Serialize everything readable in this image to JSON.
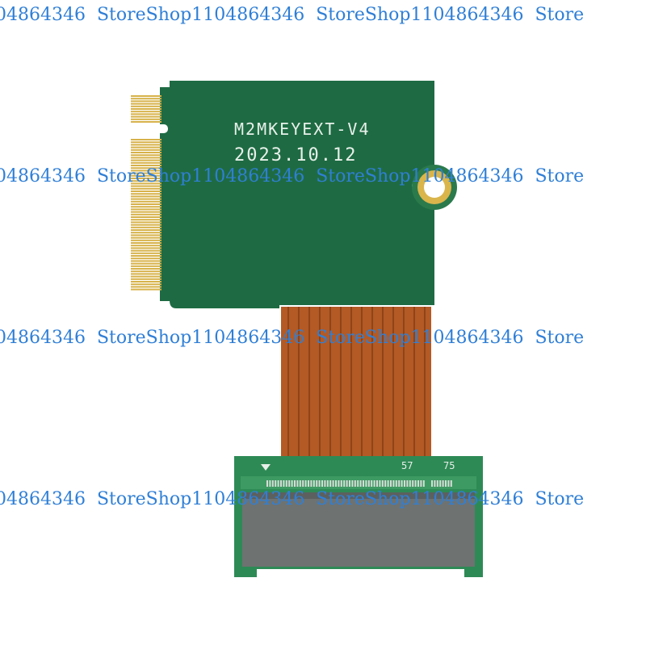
{
  "board": {
    "model": "M2MKEYEXT-V4",
    "date": "2023.10.12"
  },
  "connector": {
    "pin_label_a": "57",
    "pin_label_b": "75"
  },
  "watermark": {
    "rows": [
      [
        "04864346",
        "StoreShop1104864346",
        "StoreShop1104864346",
        "Store"
      ],
      [
        "04864346",
        "StoreShop1104864346",
        "StoreShop1104864346",
        "Store"
      ],
      [
        "04864346",
        "StoreShop1104864346",
        "StoreShop1104864346",
        "Store"
      ],
      [
        "04864346",
        "StoreShop1104864346",
        "StoreShop1104864346",
        "Store"
      ]
    ]
  },
  "colors": {
    "pcb_green": "#1e6b43",
    "pcb_light_green": "#2f8a55",
    "gold": "#d7b24a",
    "flex_cable": "#b8602a",
    "connector_gray": "#6e7270",
    "watermark_blue": "#2f7fd6",
    "silkscreen": "#e8f0ea"
  }
}
